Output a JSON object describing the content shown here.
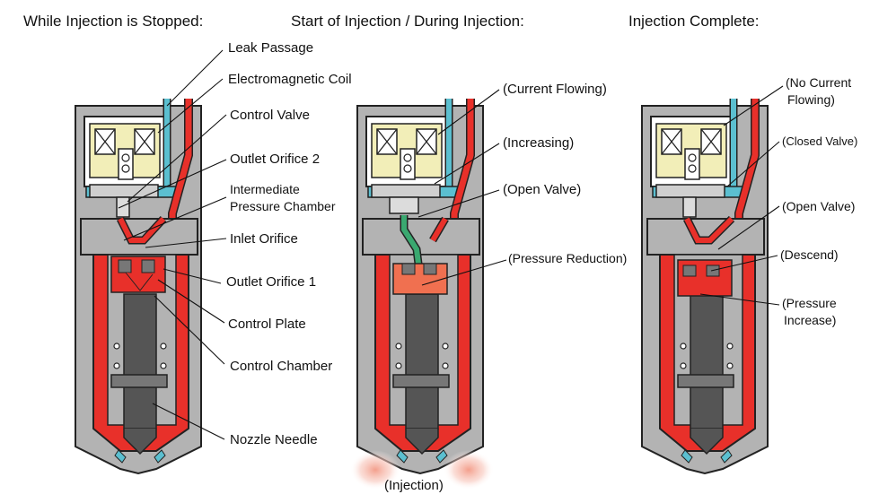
{
  "headings": {
    "stopped": "While Injection is Stopped:",
    "during": "Start of Injection / During Injection:",
    "complete": "Injection Complete:"
  },
  "labels_stopped": {
    "leak_passage": "Leak Passage",
    "electromagnetic_coil": "Electromagnetic Coil",
    "control_valve": "Control Valve",
    "outlet_orifice_2": "Outlet Orifice 2",
    "intermediate_line1": "Intermediate",
    "intermediate_line2": "Pressure Chamber",
    "inlet_orifice": "Inlet Orifice",
    "outlet_orifice_1": "Outlet Orifice 1",
    "control_plate": "Control Plate",
    "control_chamber": "Control Chamber",
    "nozzle_needle": "Nozzle Needle"
  },
  "labels_during": {
    "current_flowing": "(Current Flowing)",
    "increasing": "(Increasing)",
    "open_valve": "(Open Valve)",
    "pressure_reduction": "(Pressure Reduction)",
    "injection": "(Injection)"
  },
  "labels_complete": {
    "no_current_line1": "(No Current",
    "no_current_line2": "Flowing)",
    "closed_valve": "(Closed Valve)",
    "open_valve": "(Open Valve)",
    "descend": "(Descend)",
    "pressure_increase_line1": "(Pressure",
    "pressure_increase_line2": "Increase)"
  },
  "colors": {
    "body": "#b3b3b3",
    "fuel_high_pressure": "#e8302a",
    "fuel_low_pressure": "#f07050",
    "leak_passage": "#5bbfd0",
    "coil": "#f2eeb8",
    "leak_flow_green": "#3aa870",
    "outline": "#222222"
  }
}
